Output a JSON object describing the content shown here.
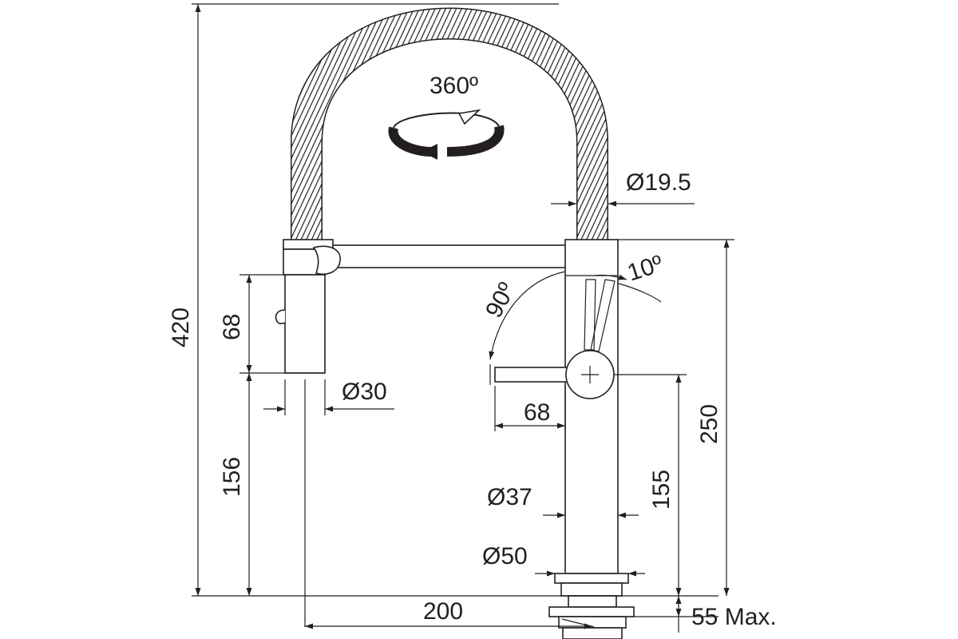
{
  "labels": {
    "rotation": "360º",
    "hose_diameter": "Ø19.5",
    "lever_angle_small": "10º",
    "lever_angle_large": "90º",
    "total_height": "420",
    "spray_length": "68",
    "spray_diameter": "Ø30",
    "spray_base_height": "156",
    "lever_length": "68",
    "spout_height": "250",
    "lever_height": "155",
    "body_diameter": "Ø37",
    "base_diameter": "Ø50",
    "reach": "200",
    "mount_depth": "55 Max."
  },
  "colors": {
    "ink": "#231f20",
    "paper": "#ffffff"
  },
  "icons": {
    "rotation": "rotation-arrow-icon"
  }
}
